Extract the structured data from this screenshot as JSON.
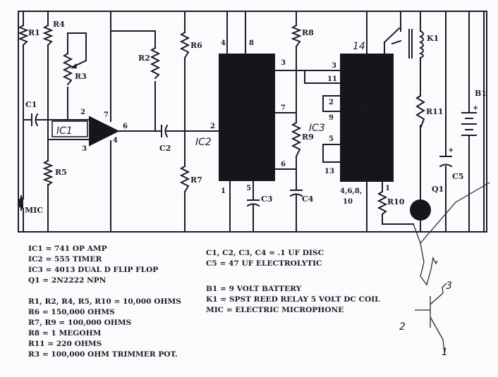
{
  "ic_labels": {
    "ic1": "IC1",
    "ic2": "IC2",
    "ic3": "IC3"
  },
  "components": {
    "r1": "R1",
    "r2": "R2",
    "r3": "R3",
    "r4": "R4",
    "r5": "R5",
    "r6": "R6",
    "r7": "R7",
    "r8": "R8",
    "r9": "R9",
    "r10": "R10",
    "r11": "R11",
    "c1": "C1",
    "c2": "C2",
    "c3": "C3",
    "c4": "C4",
    "c5": "C5",
    "k1": "K1",
    "b1": "B1",
    "q1": "Q1",
    "mic": "MIC"
  },
  "pins": {
    "ic1_in_minus": "2",
    "ic1_in_plus": "3",
    "ic1_vcc": "7",
    "ic1_out": "6",
    "ic1_gnd": "4",
    "ic2_top_left": "4",
    "ic2_top_right": "8",
    "ic2_out": "3",
    "ic2_trig": "2",
    "ic2_disch": "7",
    "ic2_thresh": "6",
    "ic2_gnd": "1",
    "ic2_ctrl": "5",
    "ic3_pin3": "3",
    "ic3_pin11": "11",
    "ic3_pin2": "2",
    "ic3_pin9": "9",
    "ic3_pin5": "5",
    "ic3_pin13": "13",
    "ic3_pin1": "1",
    "ic3_ground_pins": "4,6,8,",
    "ic3_ground_pins_2": "10",
    "ic3_pin14": "14",
    "ic3_pin12": "12"
  },
  "legend": {
    "col1": [
      "IC1 = 741 OP AMP",
      "IC2 = 555 TIMER",
      "IC3 = 4013 DUAL D FLIP FLOP",
      "Q1 = 2N2222 NPN",
      "",
      "R1, R2, R4, R5, R10 = 10,000 OHMS",
      "R6 = 150,000 OHMS",
      "R7, R9 = 100,000 OHMS",
      "R8 = 1 MEGOHM",
      "R11 = 220 OHMS",
      "R3 = 100,000 OHM TRIMMER POT."
    ],
    "col2a": [
      "C1, C2, C3, C4 = .1 UF DISC",
      "C5 = 47 UF ELECTROLYTIC"
    ],
    "col2b": [
      "B1 = 9 VOLT BATTERY",
      "K1 = SPST REED RELAY 5 VOLT DC COIL",
      "MIC = ELECTRIC MICROPHONE"
    ]
  },
  "handwritten_pinout": {
    "pin3": "3",
    "pin2": "2",
    "pin1": "1"
  },
  "colors": {
    "ink": "#1c1c26",
    "paper": "#fbfbfd",
    "ic_body": "#15151c"
  }
}
